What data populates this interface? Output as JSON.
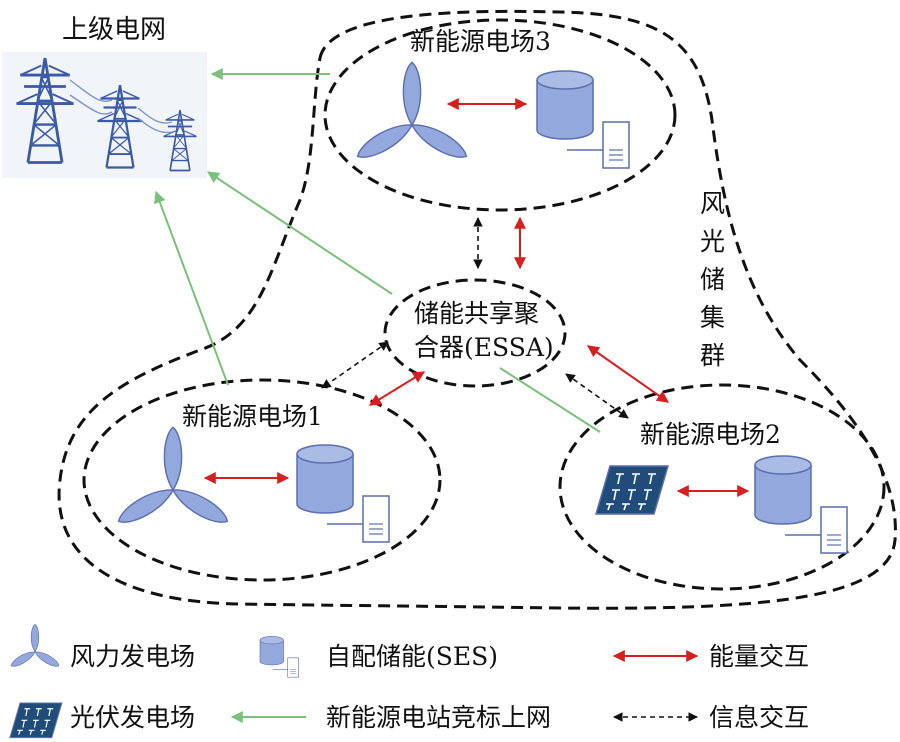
{
  "grid": {
    "title": "上级电网"
  },
  "farm3": {
    "label": "新能源电场3"
  },
  "farm1": {
    "label": "新能源电场1"
  },
  "farm2": {
    "label": "新能源电场2"
  },
  "essa": {
    "line1": "储能共享聚",
    "line2": "合器(ESSA)"
  },
  "cluster": {
    "chars": [
      "风",
      "光",
      "储",
      "集",
      "群"
    ]
  },
  "legend": {
    "wind": "风力发电场",
    "storage": "自配储能(SES)",
    "energy": "能量交互",
    "pv": "光伏发电场",
    "bid": "新能源电站竞标上网",
    "info": "信息交互"
  },
  "colors": {
    "energy_arrow": "#d42020",
    "info_arrow": "#111111",
    "bid_arrow": "#7cc07c",
    "device_fill": "#93a8dc",
    "device_stroke": "#5b6fae",
    "tower": "#3a5aa8",
    "pv_panel": "#1f4c78"
  }
}
